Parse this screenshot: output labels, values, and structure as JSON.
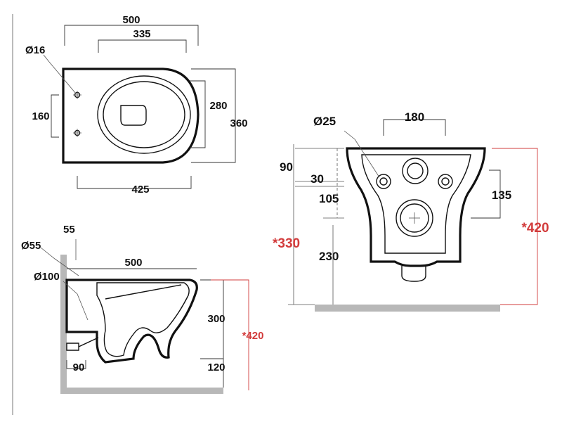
{
  "top_view": {
    "width_overall": "500",
    "width_inner": "335",
    "hole_diameter": "Ø16",
    "hole_spacing": "160",
    "bowl_width": "280",
    "overall_depth": "360",
    "bottom_length": "425"
  },
  "side_view": {
    "offset_top": "55",
    "pipe_small": "Ø55",
    "pipe_large": "Ø100",
    "length": "500",
    "height": "300",
    "height_total": "*420",
    "bottom_height": "120",
    "outlet_offset": "90"
  },
  "front_view": {
    "hole_diameter": "Ø25",
    "hole_spacing": "180",
    "top_offset": "90",
    "small_offset": "30",
    "outlet_offset": "105",
    "outlet_height": "230",
    "floor_height": "*330",
    "side_height": "135",
    "total_height": "*420"
  },
  "colors": {
    "line": "#111111",
    "dimension_red": "#d23b3b",
    "wall_gray": "#b8b8b8"
  }
}
